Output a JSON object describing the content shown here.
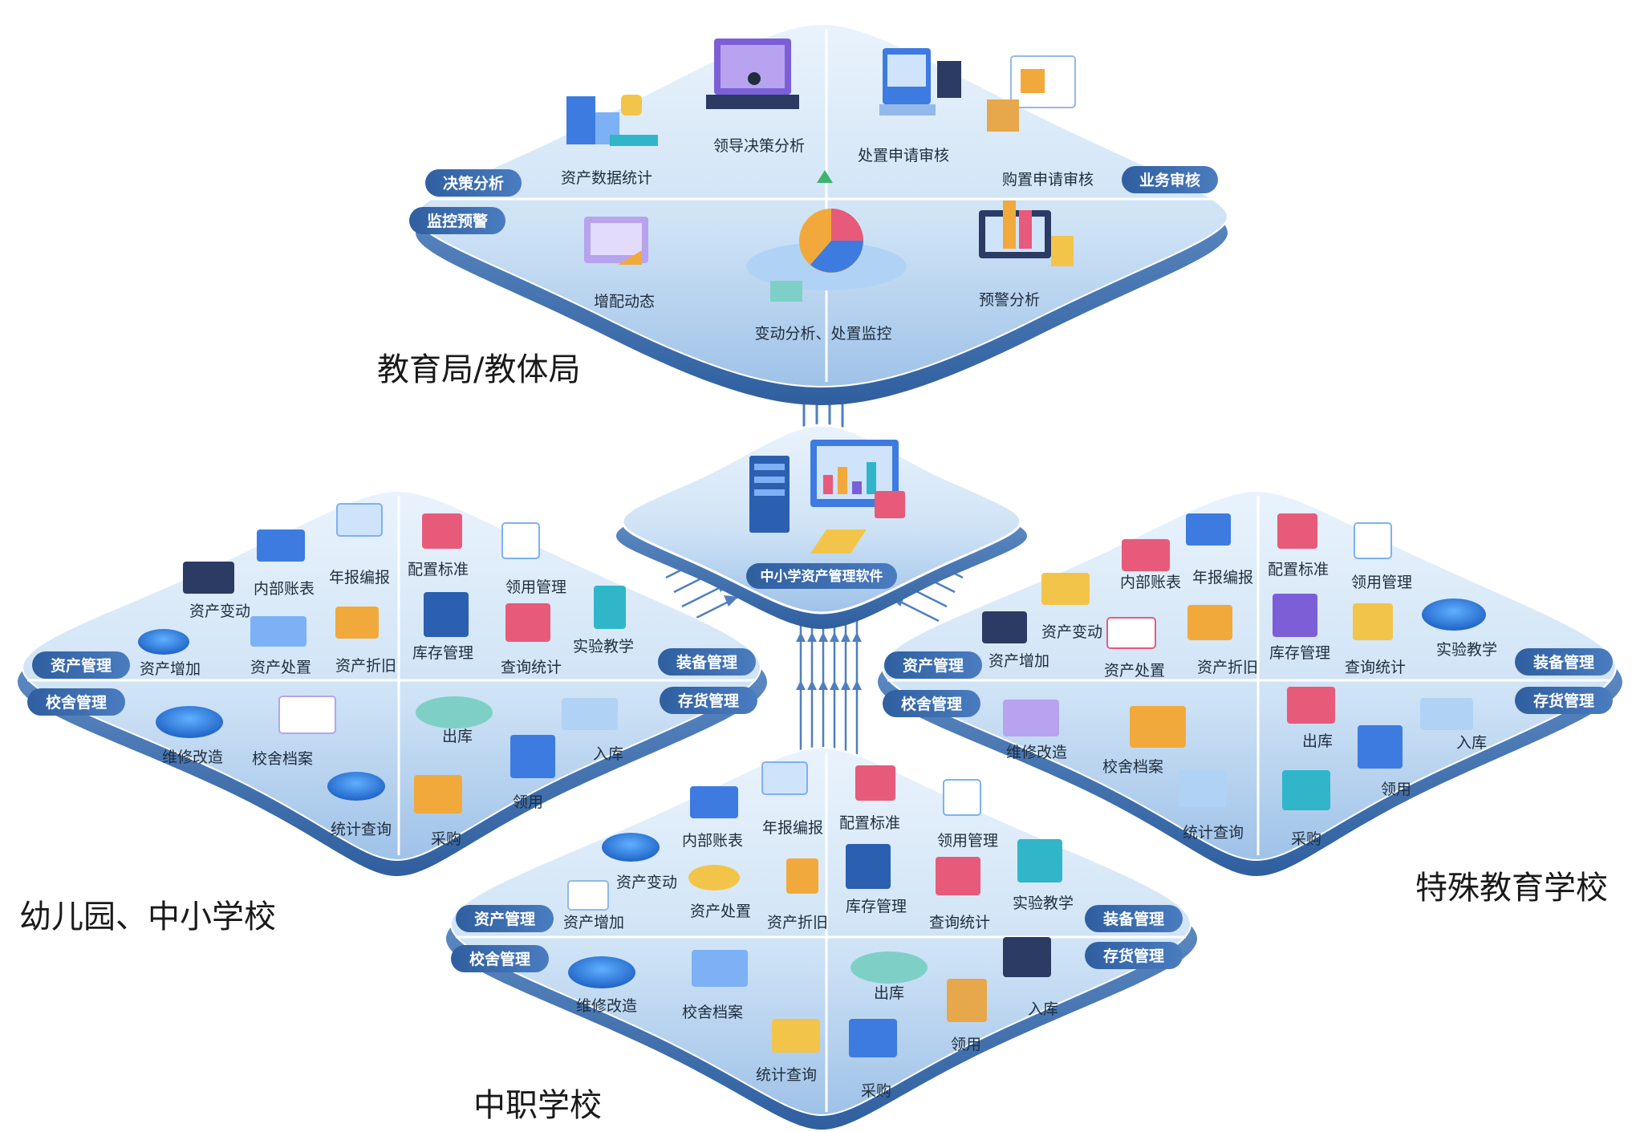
{
  "colors": {
    "plate_top": "#dbeafa",
    "plate_mid": "#b9d6f2",
    "plate_edge": "#5b8cc9",
    "tag_bg": "#3b6aa8",
    "link": "#4f7fbf",
    "icon_a": "#3d7be0",
    "icon_b": "#7c5fd6",
    "icon_c": "#f2a93b",
    "icon_d": "#31b6c9"
  },
  "bureau": {
    "title": "教育局/教体局",
    "tags": {
      "decision": "决策分析",
      "monitor": "监控预警",
      "audit": "业务审核"
    },
    "items": {
      "asset_stats": "资产数据统计",
      "leader_decision": "领导决策分析",
      "disposal_review": "处置申请审核",
      "purchase_review": "购置申请审核",
      "allocation": "增配动态",
      "change_monitor": "变动分析、处置监控",
      "warning": "预警分析"
    }
  },
  "core": {
    "label": "中小学资产管理软件"
  },
  "school_left": {
    "title": "幼儿园、中小学校",
    "tags": {
      "asset": "资产管理",
      "campus": "校舍管理",
      "equip": "装备管理",
      "stock": "存货管理"
    },
    "items": {
      "asset_change": "资产变动",
      "internal_ledger": "内部账表",
      "annual_report": "年报编报",
      "asset_add": "资产增加",
      "asset_dispose": "资产处置",
      "asset_depr": "资产折旧",
      "config_std": "配置标准",
      "use_mgmt": "领用管理",
      "stock_mgmt": "库存管理",
      "query_stats": "查询统计",
      "lab_teach": "实验教学",
      "repair": "维修改造",
      "campus_archive": "校舍档案",
      "stat_query": "统计查询",
      "outbound": "出库",
      "inbound": "入库",
      "receive": "领用",
      "purchase": "采购"
    }
  },
  "school_bottom": {
    "title": "中职学校",
    "tags": {
      "asset": "资产管理",
      "campus": "校舍管理",
      "equip": "装备管理",
      "stock": "存货管理"
    },
    "items": {
      "asset_change": "资产变动",
      "internal_ledger": "内部账表",
      "annual_report": "年报编报",
      "asset_add": "资产增加",
      "asset_dispose": "资产处置",
      "asset_depr": "资产折旧",
      "config_std": "配置标准",
      "use_mgmt": "领用管理",
      "stock_mgmt": "库存管理",
      "query_stats": "查询统计",
      "lab_teach": "实验教学",
      "repair": "维修改造",
      "campus_archive": "校舍档案",
      "stat_query": "统计查询",
      "outbound": "出库",
      "inbound": "入库",
      "receive": "领用",
      "purchase": "采购"
    }
  },
  "school_right": {
    "title": "特殊教育学校",
    "tags": {
      "asset": "资产管理",
      "campus": "校舍管理",
      "equip": "装备管理",
      "stock": "存货管理"
    },
    "items": {
      "asset_change": "资产变动",
      "internal_ledger": "内部账表",
      "annual_report": "年报编报",
      "asset_add": "资产增加",
      "asset_dispose": "资产处置",
      "asset_depr": "资产折旧",
      "config_std": "配置标准",
      "use_mgmt": "领用管理",
      "stock_mgmt": "库存管理",
      "query_stats": "查询统计",
      "lab_teach": "实验教学",
      "repair": "维修改造",
      "campus_archive": "校舍档案",
      "stat_query": "统计查询",
      "outbound": "出库",
      "inbound": "入库",
      "receive": "领用",
      "purchase": "采购"
    }
  }
}
